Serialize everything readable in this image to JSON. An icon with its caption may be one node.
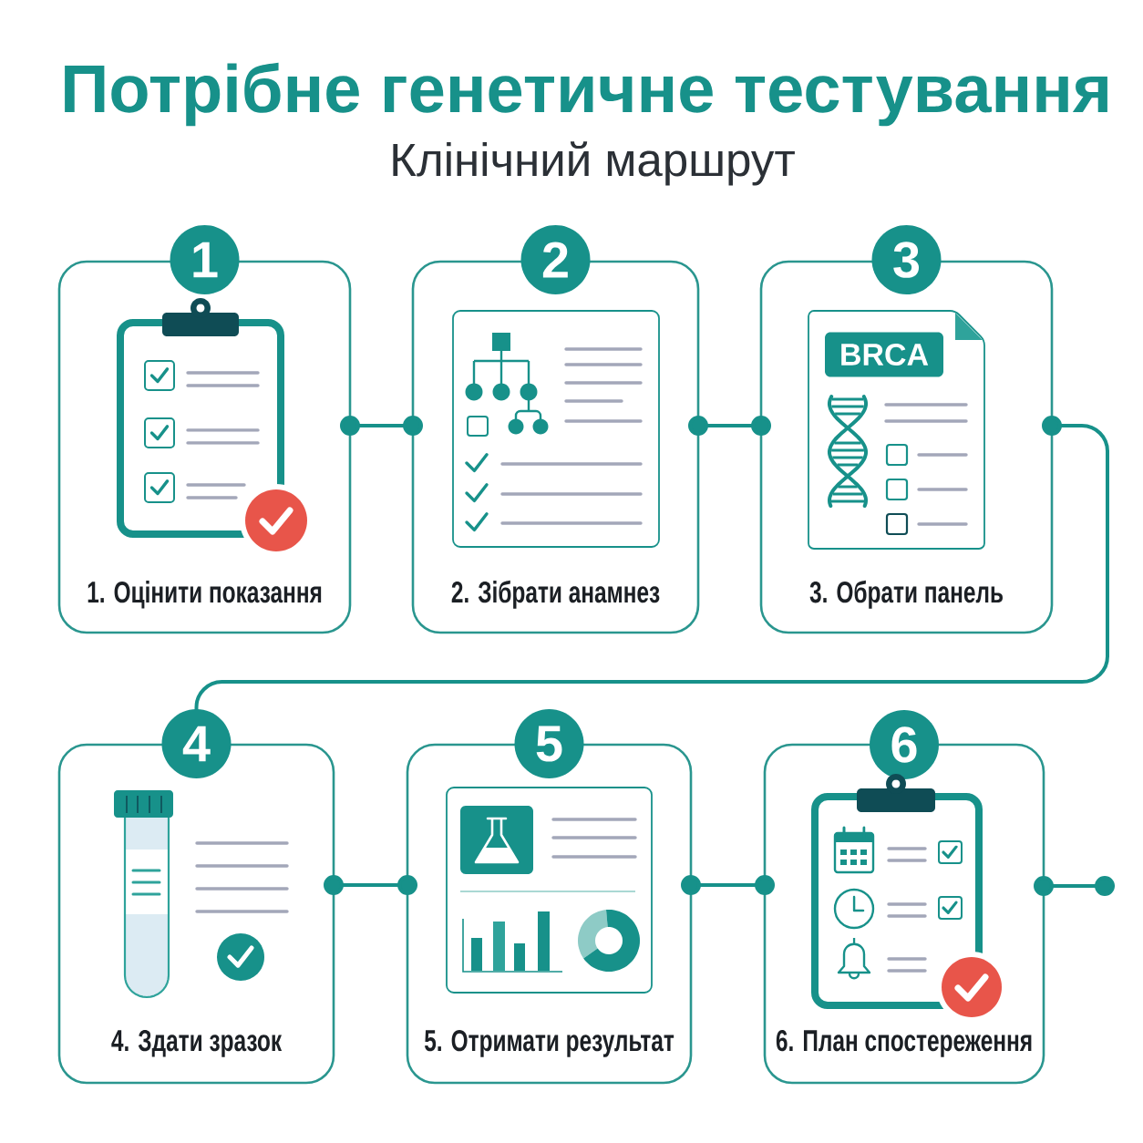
{
  "diagram": {
    "title": "Потрібне генетичне тестування",
    "nodes": [
      {
        "text": [
          "1",
          "1. Оцінити показання"
        ]
      },
      {
        "text": [
          "2",
          "2. Зібрати анамнез"
        ]
      },
      {
        "text": [
          "3",
          "3. Обрати панель"
        ]
      },
      {
        "text": [
          "BRCA"
        ],
        "in": 2
      },
      {
        "text": [
          "4",
          "4. Здати зразок"
        ]
      },
      {
        "text": [
          "5",
          "5. Отримати результат"
        ]
      },
      {
        "text": [
          "6",
          "6. План спостереження"
        ]
      }
    ],
    "edges": [
      {
        "from": 0,
        "to": 1,
        "arrow": "other"
      },
      {
        "from": 1,
        "to": 2,
        "arrow": "other"
      },
      {
        "from": 2,
        "to": 4,
        "arrow": "other"
      },
      {
        "from": 4,
        "to": 5,
        "arrow": "other"
      },
      {
        "from": 5,
        "to": 6,
        "arrow": "other"
      },
      {
        "from": 6,
        "to": null,
        "arrow": "other"
      }
    ],
    "labels": [
      "Клінічний маршрут"
    ]
  }
}
